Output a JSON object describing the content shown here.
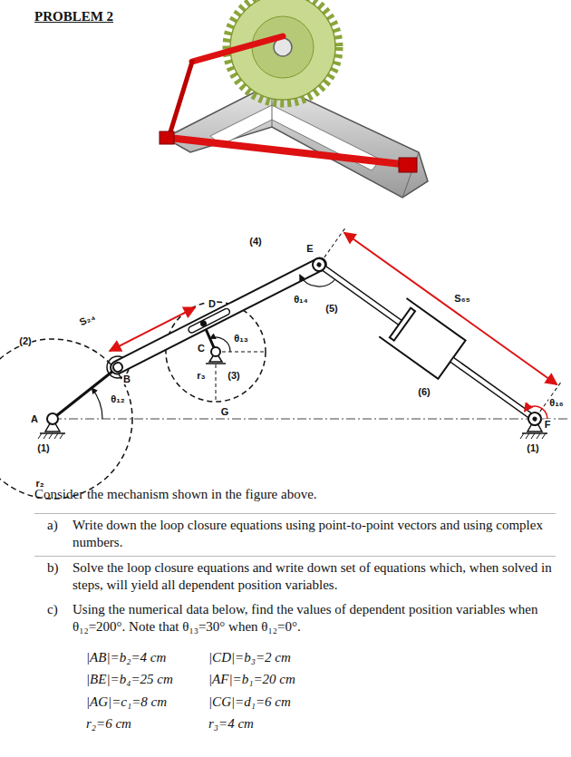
{
  "diagram": {
    "title": "PROBLEM 2",
    "labels": [
      "(4)",
      "E",
      "θ₁₄",
      "(5)",
      "S₆₅",
      "S₂₄",
      "D",
      "θ₁₃",
      "(2)",
      "B",
      "C",
      "θ₁₂",
      "r₃",
      "(3)",
      "(6)",
      "θ₁₆",
      "F",
      "A",
      "G",
      "(1)",
      "r₂",
      "(1)",
      "Consider the mechanism shown in the figure above.",
      "a)",
      "Write down the loop closure equations using point-to-point vectors and using complex numbers.",
      "b)",
      "Solve the loop closure equations and write down set of equations which, when solved in steps, will yield all dependent position variables.",
      "c)",
      "Using the numerical data below, find the values of dependent position variables when θ₁₂=200°. Note that θ₁₃=30° when θ₁₂=0°.",
      "|AB|=b₂=4 cm",
      "|CD|=b₃=2 cm",
      "|BE|=b₄=25 cm",
      "|AF|=b₁=20 cm",
      "|AG|=c₁=8 cm",
      "|CG|=d₁=6 cm",
      "r₂=6 cm",
      "r₃=4 cm"
    ]
  }
}
